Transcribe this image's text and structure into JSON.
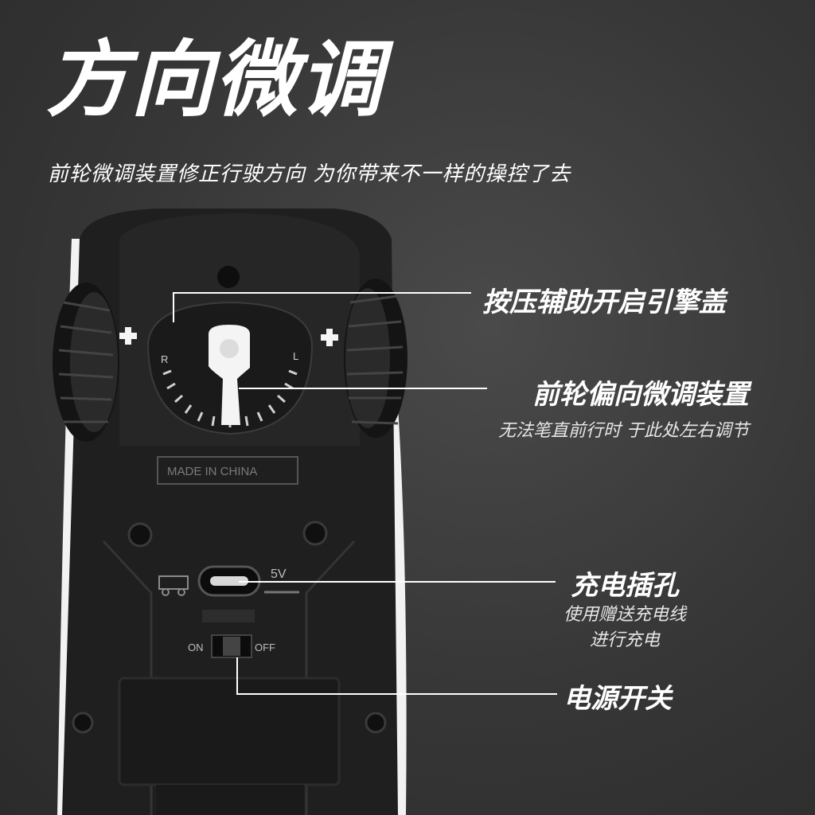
{
  "headline": "方向微调",
  "subline": "前轮微调装置修正行驶方向 为你带来不一样的操控了去",
  "car_markings": {
    "made_in": "MADE IN CHINA",
    "voltage": "5V",
    "switch_on": "ON",
    "switch_off": "OFF",
    "dial_right": "R",
    "dial_left": "L"
  },
  "callouts": {
    "hood": {
      "title": "按压辅助开启引擎盖"
    },
    "steering": {
      "title": "前轮偏向微调装置",
      "subtitle": "无法笔直前行时 于此处左右调节"
    },
    "charging": {
      "title": "充电插孔",
      "line1": "使用赠送充电线",
      "line2": "进行充电"
    },
    "power": {
      "title": "电源开关"
    }
  },
  "colors": {
    "background": "#3a3a3a",
    "car_body": "#1e1e1e",
    "car_shell": "#f2f2f2",
    "accent_white": "#ffffff"
  }
}
